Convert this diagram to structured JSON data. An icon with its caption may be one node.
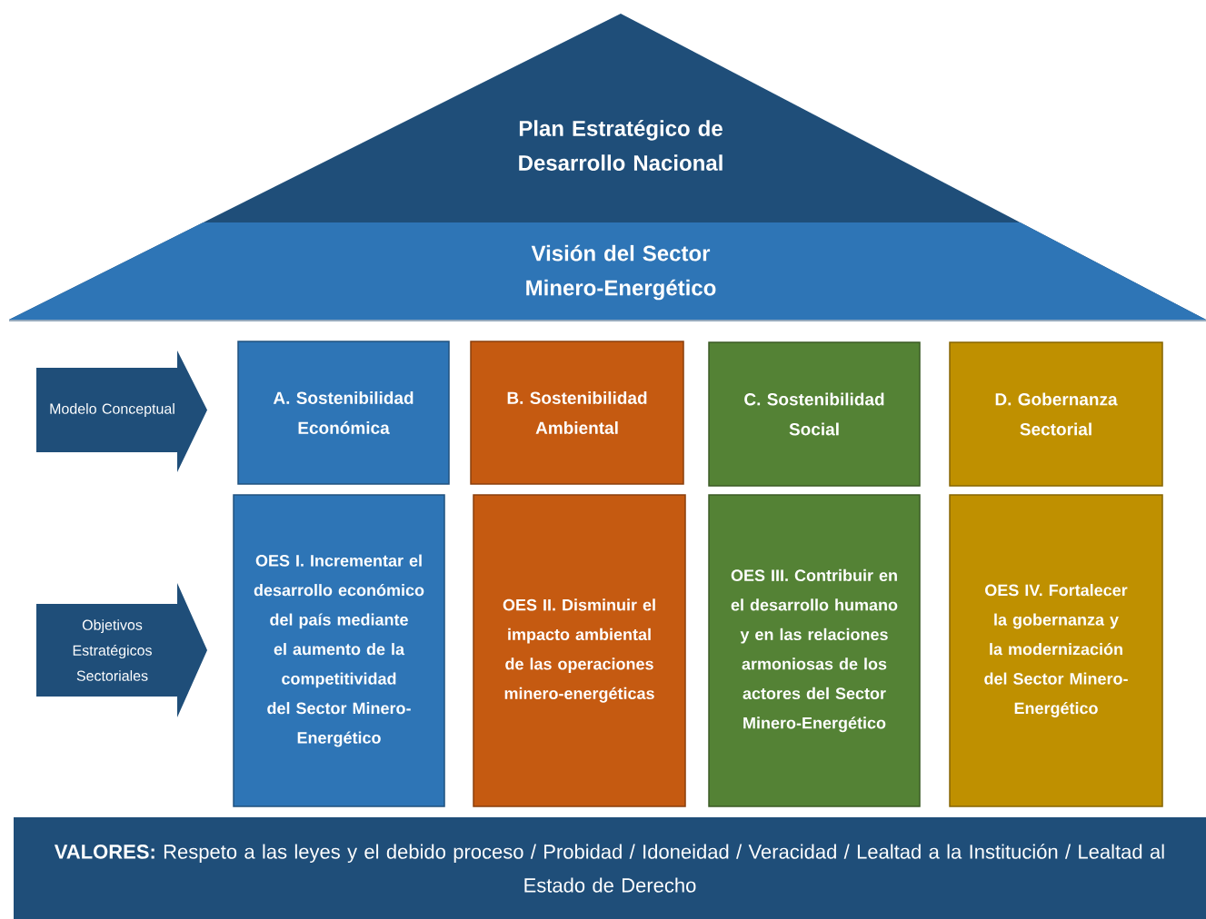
{
  "diagram": {
    "nodes": [
      {
        "text": [
          "Plan Estratégico de Desarrollo Nacional"
        ]
      },
      {
        "text": [
          "Visión del Sector Minero-Energético"
        ],
        "in": 0
      },
      {
        "text": [
          "Modelo Conceptual"
        ]
      },
      {
        "text": [
          "Objetivos Estratégicos Sectoriales"
        ]
      },
      {
        "text": [
          "A. Sostenibilidad Económica"
        ]
      },
      {
        "text": [
          "B. Sostenibilidad Ambiental"
        ]
      },
      {
        "text": [
          "C. Sostenibilidad Social"
        ]
      },
      {
        "text": [
          "D. Gobernanza Sectorial"
        ]
      },
      {
        "text": [
          "OES I. Incrementar el desarrollo económico del país mediante el aumento de la competitividad del Sector Minero-Energético"
        ]
      },
      {
        "text": [
          "OES II. Disminuir el impacto ambiental de las operaciones minero-energéticas"
        ]
      },
      {
        "text": [
          "OES III. Contribuir en el desarrollo humano y en las relaciones armoniosas de los actores del Sector Minero-Energético"
        ]
      },
      {
        "text": [
          "OES IV. Fortalecer la gobernanza y la modernización del Sector Minero-Energético"
        ]
      },
      {
        "text": [
          "**VALORES:** Respeto a las leyes y el debido proceso / Probidad / Idoneidad / Veracidad / Lealtad a la Institución / Lealtad al Estado de Derecho"
        ]
      }
    ]
  }
}
